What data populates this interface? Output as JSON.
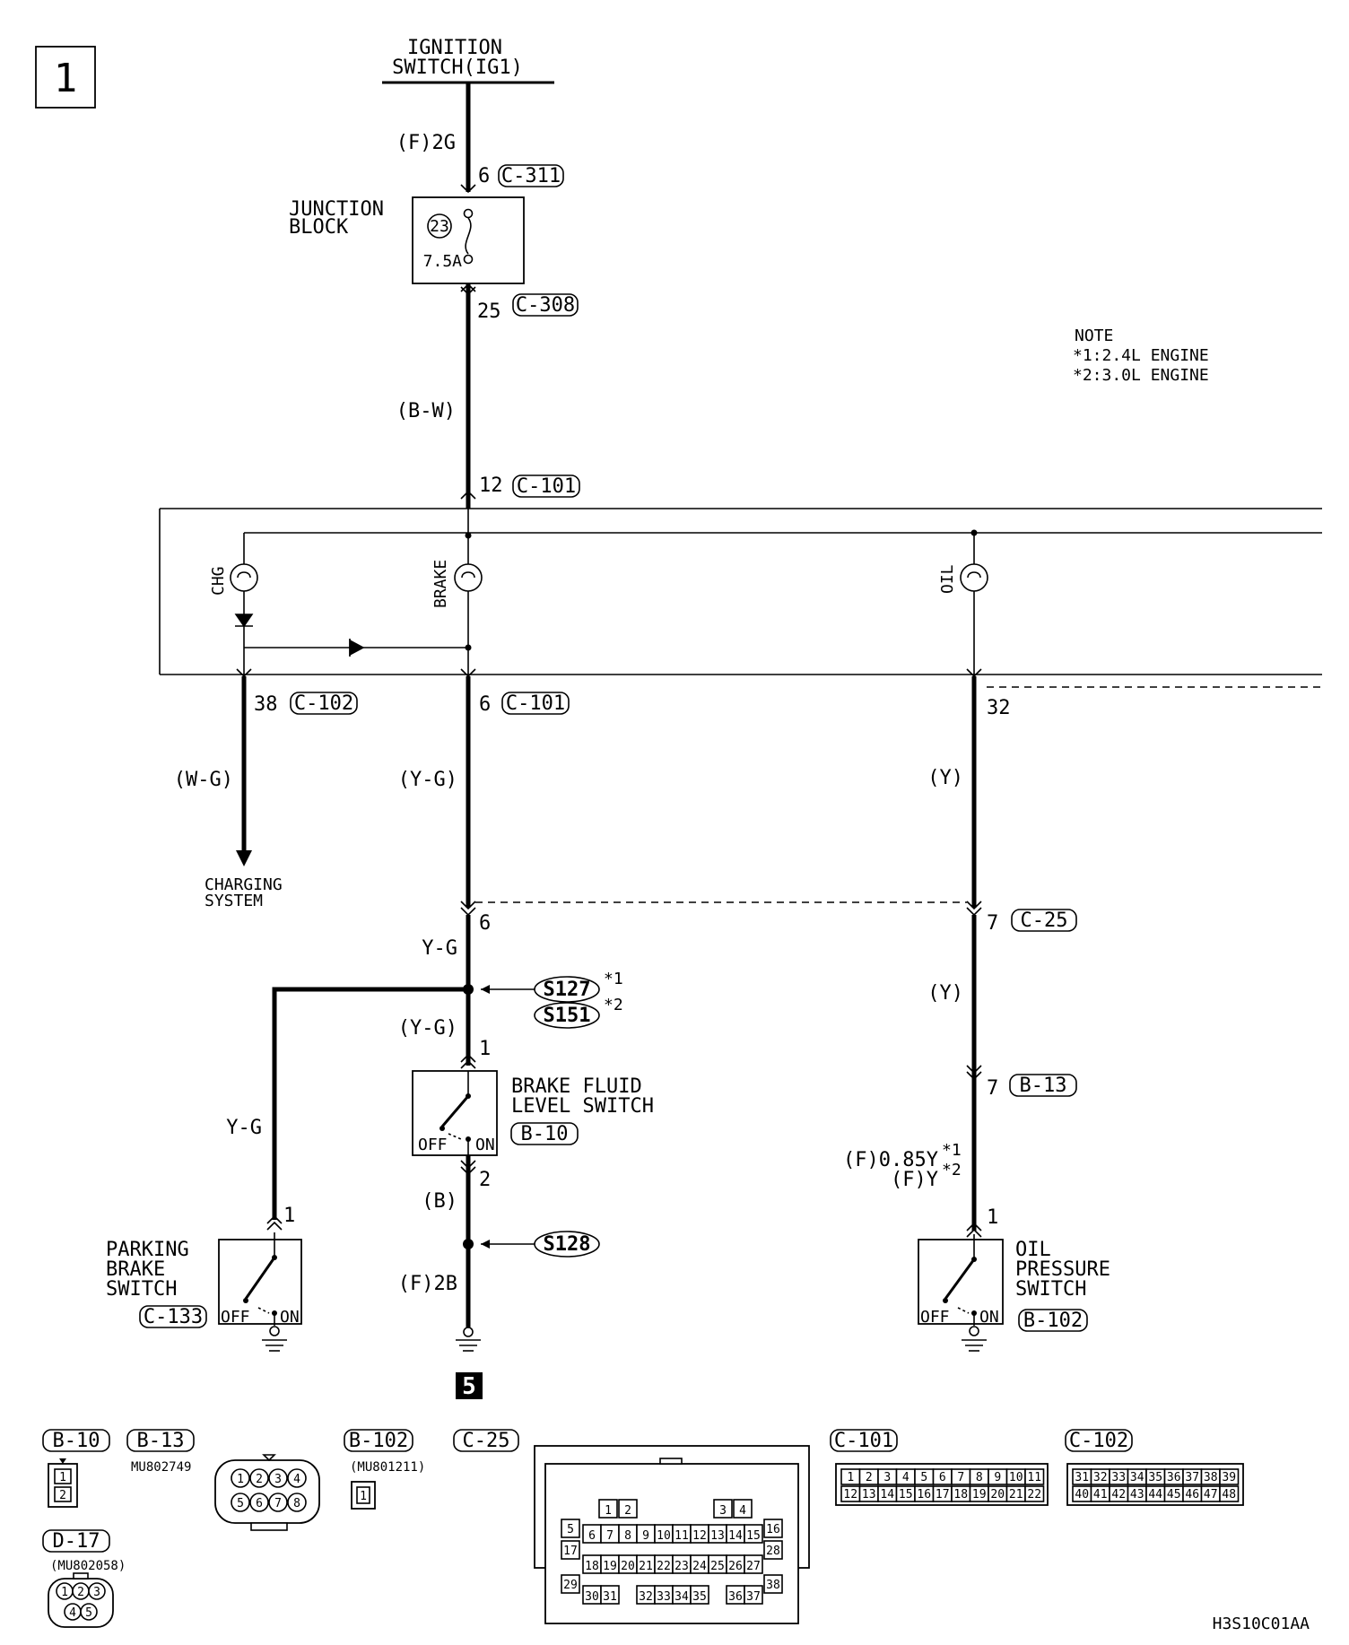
{
  "page_number": "1",
  "ignition": {
    "line1": "IGNITION",
    "line2": "SWITCH(IG1)"
  },
  "wires": {
    "f2g": "(F)2G",
    "bw": "(B-W)",
    "wg": "(W-G)",
    "yg_paren": "(Y-G)",
    "y_paren": "(Y)",
    "yg": "Y-G",
    "b_paren": "(B)",
    "f2b": "(F)2B",
    "f085y": "(F)0.85Y",
    "fy": "(F)Y"
  },
  "pins": {
    "p6": "6",
    "p25": "25",
    "p12": "12",
    "p38": "38",
    "p32": "32",
    "p7": "7",
    "p1": "1",
    "p2": "2"
  },
  "connectors": {
    "c311": "C-311",
    "c308": "C-308",
    "c101": "C-101",
    "c102": "C-102",
    "c25": "C-25",
    "b13": "B-13",
    "b10": "B-10",
    "c133": "C-133",
    "b102": "B-102",
    "d17": "D-17"
  },
  "junction_block": {
    "line1": "JUNCTION",
    "line2": "BLOCK",
    "fuse_no": "23",
    "fuse_rating": "7.5A"
  },
  "note": {
    "title": "NOTE",
    "line1": "*1:2.4L ENGINE",
    "line2": "*2:3.0L ENGINE"
  },
  "lamps": {
    "chg": "CHG",
    "brake": "BRAKE",
    "oil": "OIL"
  },
  "charging": {
    "line1": "CHARGING",
    "line2": "SYSTEM"
  },
  "splices": {
    "s127": "S127",
    "s151": "S151",
    "s128": "S128",
    "star1": "*1",
    "star2": "*2"
  },
  "brake_fluid": {
    "line1": "BRAKE FLUID",
    "line2": "LEVEL SWITCH"
  },
  "parking": {
    "line1": "PARKING",
    "line2": "BRAKE",
    "line3": "SWITCH"
  },
  "oil_switch": {
    "line1": "OIL",
    "line2": "PRESSURE",
    "line3": "SWITCH"
  },
  "switch_states": {
    "off": "OFF",
    "on": "ON"
  },
  "ground_ref": "5",
  "parts": {
    "b13": "MU802749",
    "b102": "(MU801211)",
    "d17": "(MU802058)"
  },
  "b10_pins": [
    "1",
    "2"
  ],
  "b13_pins": [
    "1",
    "2",
    "3",
    "4",
    "5",
    "6",
    "7",
    "8"
  ],
  "d17_pins": [
    "1",
    "2",
    "3",
    "4",
    "5"
  ],
  "c101_pins": [
    [
      "1",
      "2",
      "3",
      "4",
      "5",
      "6",
      "7",
      "8",
      "9",
      "10",
      "11"
    ],
    [
      "12",
      "13",
      "14",
      "15",
      "16",
      "17",
      "18",
      "19",
      "20",
      "21",
      "22"
    ]
  ],
  "c102_pins": [
    [
      "31",
      "32",
      "33",
      "34",
      "35",
      "36",
      "37",
      "38",
      "39"
    ],
    [
      "40",
      "41",
      "42",
      "43",
      "44",
      "45",
      "46",
      "47",
      "48"
    ]
  ],
  "c25_pins": {
    "top": [
      "1",
      "2",
      "3",
      "4"
    ],
    "r5": "5",
    "r16": "16",
    "r17": "17",
    "r28": "28",
    "r29": "29",
    "r38": "38",
    "mid1": [
      "6",
      "7",
      "8",
      "9",
      "10",
      "11",
      "12",
      "13",
      "14",
      "15"
    ],
    "mid2": [
      "18",
      "19",
      "20",
      "21",
      "22",
      "23",
      "24",
      "25",
      "26",
      "27"
    ],
    "bot": [
      "30",
      "31",
      "32",
      "33",
      "34",
      "35",
      "36",
      "37"
    ]
  },
  "doc_code": "H3S10C01AA"
}
